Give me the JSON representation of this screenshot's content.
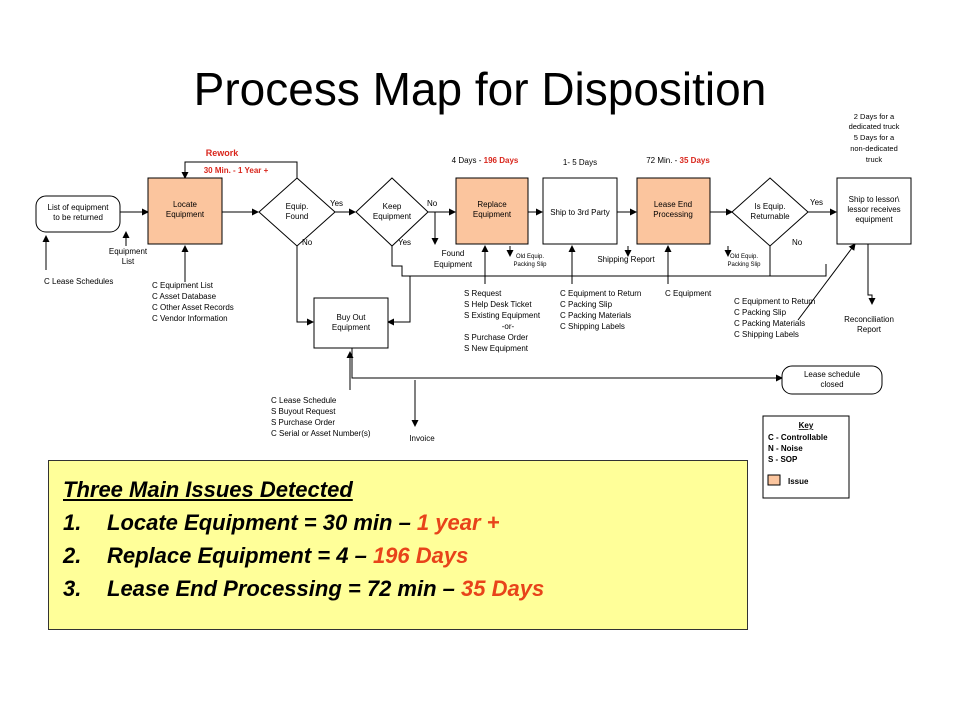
{
  "title": "Process Map for Disposition",
  "diagram": {
    "start_node": [
      "List of equipment",
      "to be returned"
    ],
    "rework": {
      "label": "Rework",
      "time": "30 Min. - 1 Year +"
    },
    "locate": [
      "Locate",
      "Equipment"
    ],
    "equip_found": [
      "Equip.",
      "Found"
    ],
    "keep": [
      "Keep",
      "Equipment"
    ],
    "replace": [
      "Replace",
      "Equipment"
    ],
    "ship3rd": "Ship to 3rd Party",
    "lease_end": [
      "Lease End",
      "Processing"
    ],
    "returnable": [
      "Is Equip.",
      "Returnable"
    ],
    "ship_lessor": [
      "Ship to lessor\\",
      "lessor receives",
      "equipment"
    ],
    "buyout": [
      "Buy Out",
      "Equipment"
    ],
    "lease_closed": [
      "Lease schedule",
      "closed"
    ],
    "yes": "Yes",
    "no": "No",
    "time_replace": {
      "prefix": "4 Days - ",
      "red": "196 Days"
    },
    "time_ship3rd": "1- 5 Days",
    "time_lease": {
      "prefix": "72 Min. - ",
      "red": "35 Days"
    },
    "ship_note": [
      "2 Days for a",
      "dedicated truck",
      "5 Days for a",
      "non-dedicated",
      "truck"
    ],
    "equipment_list": [
      "Equipment",
      "List"
    ],
    "found_equipment": [
      "Found",
      "Equipment"
    ],
    "old_packing": [
      "Old Equip.",
      "Packing Slip"
    ],
    "shipping_report": "Shipping Report",
    "reconciliation": [
      "Reconciliation",
      "Report"
    ],
    "invoice": "Invoice",
    "c_lease_schedules": "C Lease Schedules",
    "locate_inputs": [
      "C Equipment List",
      "C Asset Database",
      "C Other Asset Records",
      "C Vendor Information"
    ],
    "replace_inputs": [
      "S Request",
      "S Help Desk Ticket",
      "S Existing Equipment",
      "-or-",
      "S Purchase Order",
      "S New Equipment"
    ],
    "ship3rd_inputs": [
      "C Equipment to Return",
      "C Packing Slip",
      "C Packing Materials",
      "C Shipping Labels"
    ],
    "lease_inputs": [
      "C Equipment"
    ],
    "lessor_inputs": [
      "C Equipment to Return",
      "C Packing Slip",
      "C Packing Materials",
      "C Shipping Labels"
    ],
    "buyout_inputs": [
      "C Lease Schedule",
      "S Buyout Request",
      "S Purchase Order",
      "C Serial or Asset Number(s)"
    ],
    "key": {
      "title": "Key",
      "lines": [
        "C - Controllable",
        "N - Noise",
        "S - SOP"
      ],
      "issue": "Issue"
    },
    "colors": {
      "issue": "#fbc59e",
      "red": "#d9261c"
    }
  },
  "issues": {
    "title": "Three Main Issues Detected",
    "items": [
      {
        "num": "1.",
        "text": "Locate Equipment = 30 min – ",
        "red": "1 year +"
      },
      {
        "num": "2.",
        "text": "Replace Equipment = 4 – ",
        "red": "196 Days"
      },
      {
        "num": "3.",
        "text": "Lease End Processing = 72 min – ",
        "red": "35 Days"
      }
    ]
  }
}
